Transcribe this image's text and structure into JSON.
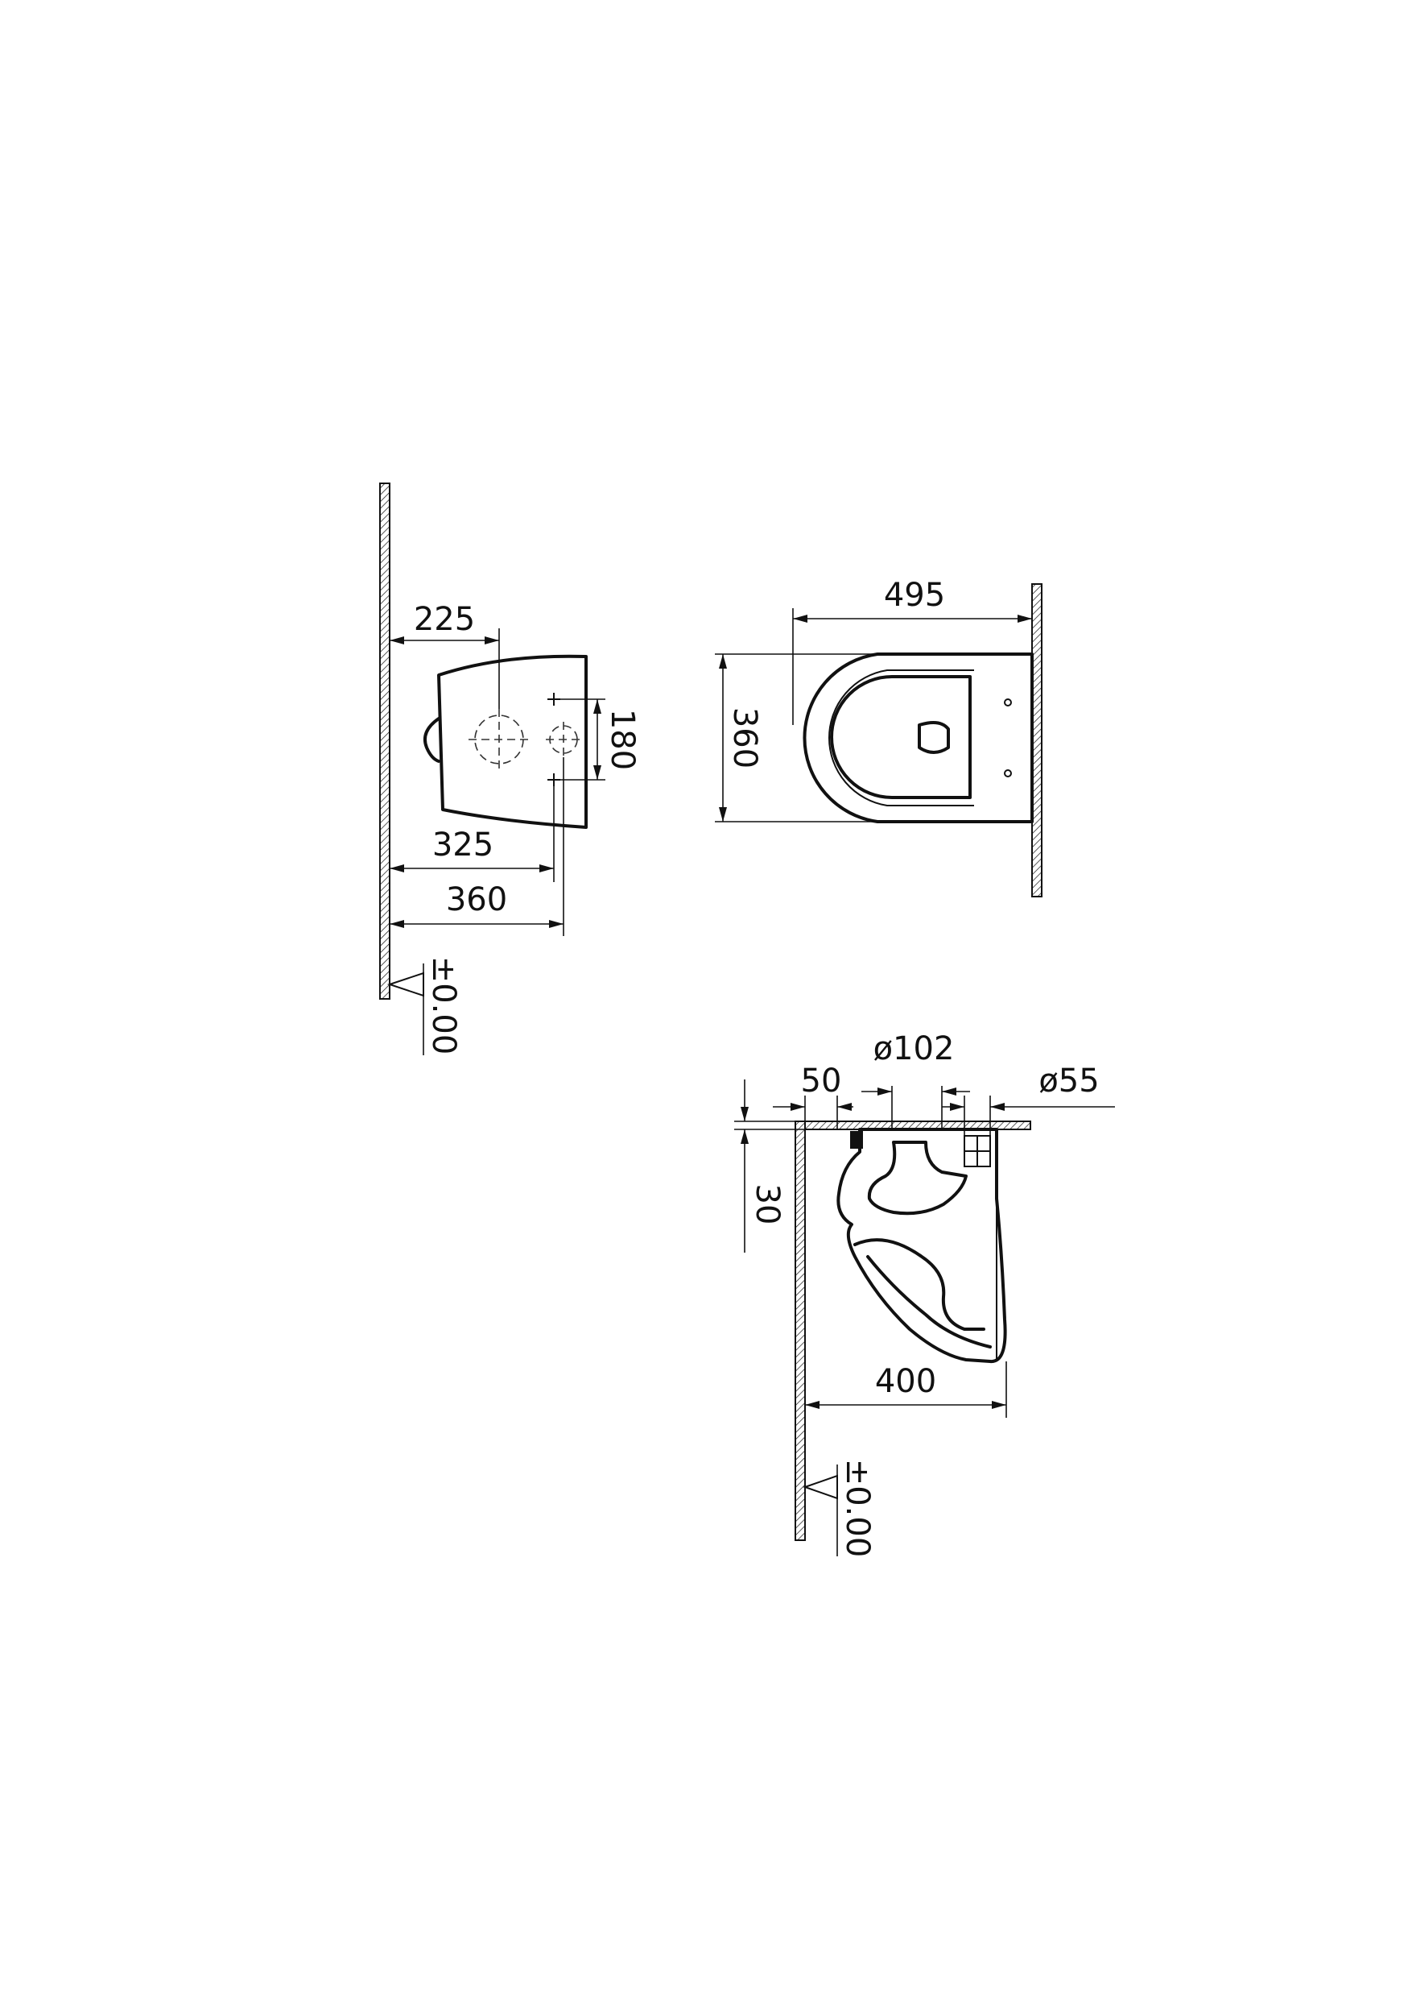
{
  "views": {
    "rear_view": {
      "dim_225": "225",
      "dim_180": "180",
      "dim_325": "325",
      "dim_360": "360",
      "level_mark": "±0.00"
    },
    "top_view": {
      "dim_495": "495",
      "dim_360": "360"
    },
    "side_section": {
      "dim_diam_102": "ø102",
      "dim_50": "50",
      "dim_diam_55": "ø55",
      "dim_30": "30",
      "dim_400": "400",
      "level_mark": "±0.00"
    }
  }
}
